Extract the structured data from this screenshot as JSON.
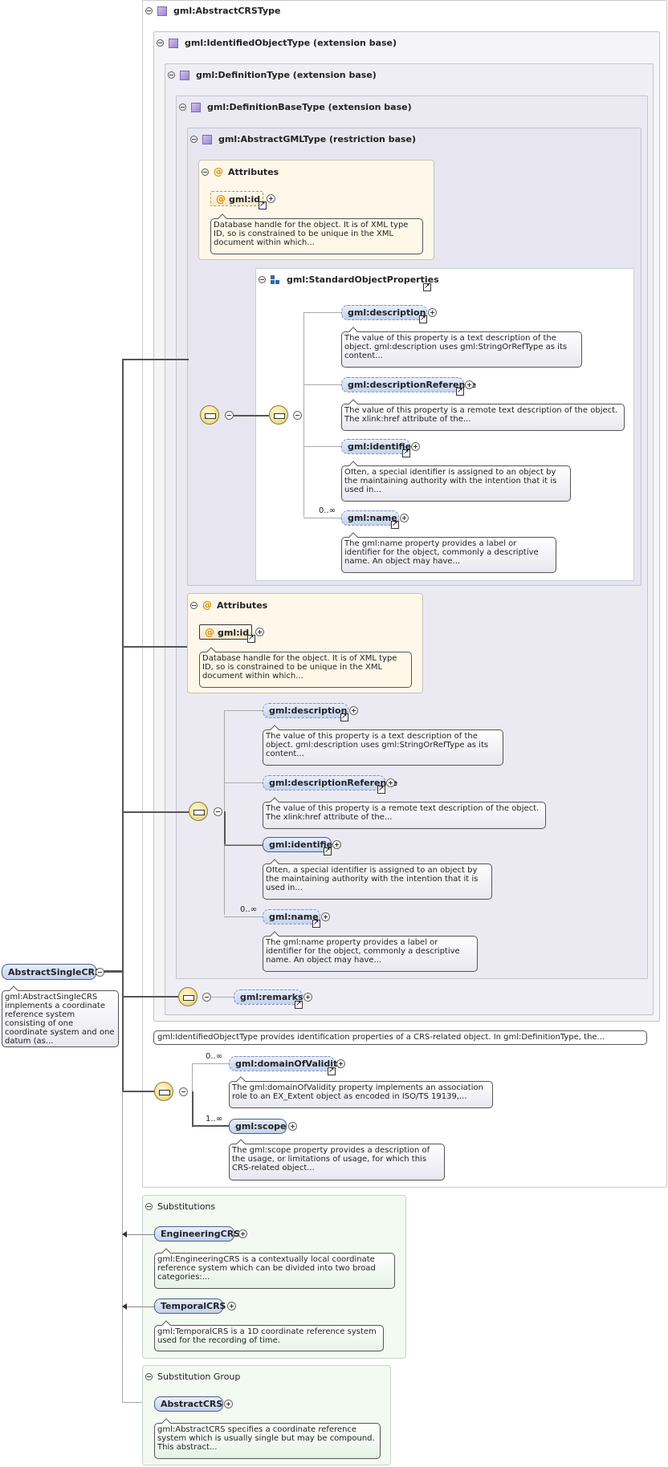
{
  "root": {
    "label": "AbstractSingleCRS",
    "desc": "gml:AbstractSingleCRS implements a coordinate reference system consisting of one coordinate system and one datum (as..."
  },
  "types": {
    "abstract_crs": "gml:AbstractCRSType",
    "identified_object": "gml:IdentifiedObjectType (extension base)",
    "definition": "gml:DefinitionType (extension base)",
    "definition_base": "gml:DefinitionBaseType (extension base)",
    "abstract_gml": "gml:AbstractGMLType (restriction base)"
  },
  "inner_attrs": {
    "title": "Attributes",
    "id_label": "gml:id",
    "id_desc": "Database handle for the object. It is of XML type ID, so is constrained to be unique in the XML document within which..."
  },
  "std_props": {
    "title": "gml:StandardObjectProperties",
    "items": [
      {
        "label": "gml:description",
        "desc": "The value of this property is a text description of the object. gml:description uses gml:StringOrRefType as its content..."
      },
      {
        "label": "gml:descriptionReference",
        "desc": "The value of this property is a remote text description of the object. The xlink:href attribute of the..."
      },
      {
        "label": "gml:identifier",
        "desc": "Often, a special identifier is assigned to an object by the maintaining authority with the intention that it is used in..."
      },
      {
        "label": "gml:name",
        "desc": "The gml:name property provides a label or identifier for the object, commonly a descriptive name. An object may have...",
        "card": "0..∞"
      }
    ]
  },
  "outer_attrs": {
    "title": "Attributes",
    "id_label": "gml:id",
    "id_desc": "Database handle for the object. It is of XML type ID, so is constrained to be unique in the XML document within which..."
  },
  "seq2": {
    "items": [
      {
        "label": "gml:description",
        "desc": "The value of this property is a text description of the object. gml:description uses gml:StringOrRefType as its content..."
      },
      {
        "label": "gml:descriptionReference",
        "desc": "The value of this property is a remote text description of the object. The xlink:href attribute of the..."
      },
      {
        "label": "gml:identifier",
        "desc": "Often, a special identifier is assigned to an object by the maintaining authority with the intention that it is used in..."
      },
      {
        "label": "gml:name",
        "desc": "The gml:name property provides a label or identifier for the object, commonly a descriptive name. An object may have...",
        "card": "0..∞"
      }
    ]
  },
  "remarks": {
    "label": "gml:remarks"
  },
  "identified_desc": "gml:IdentifiedObjectType provides identification properties of a CRS-related object. In gml:DefinitionType, the...",
  "crs_seq": {
    "domain": {
      "label": "gml:domainOfValidity",
      "card": "0..∞",
      "desc": "The gml:domainOfValidity property implements an association role to an EX_Extent object as encoded in ISO/TS 19139,..."
    },
    "scope": {
      "label": "gml:scope",
      "card": "1..∞",
      "desc": "The gml:scope property provides a description of the usage, or limitations of usage, for which this CRS-related object..."
    }
  },
  "substitutions": {
    "title": "Substitutions",
    "items": [
      {
        "label": "EngineeringCRS",
        "desc": "gml:EngineeringCRS is a contextually local coordinate reference system which can be divided into two broad categories:..."
      },
      {
        "label": "TemporalCRS",
        "desc": "gml:TemporalCRS is a 1D coordinate reference system used for the recording of time."
      }
    ]
  },
  "substitution_group": {
    "title": "Substitution Group",
    "item": {
      "label": "AbstractCRS",
      "desc": "gml:AbstractCRS specifies a coordinate reference system which is usually single but may be compound. This abstract..."
    }
  },
  "colors": {
    "element_fill": "#c2d2ee",
    "attribute_fill": "#fff8ea",
    "substitution_fill": "#f2faf1",
    "compositor": "#e8d070"
  }
}
